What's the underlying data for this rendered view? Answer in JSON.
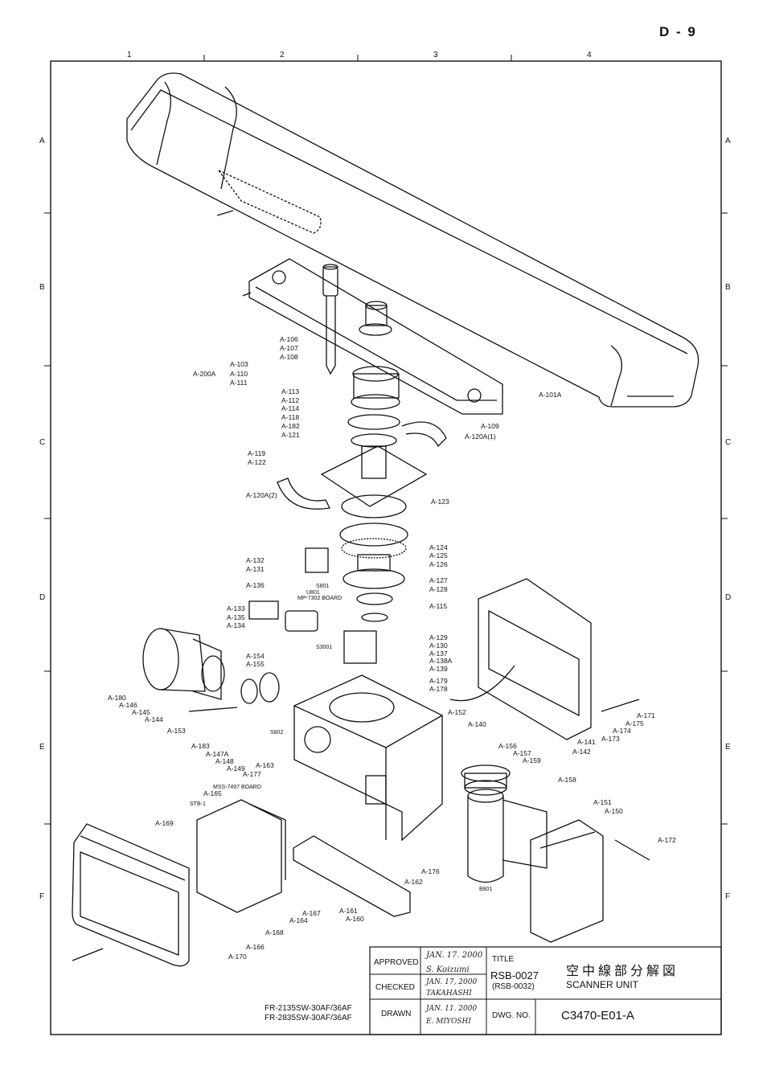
{
  "page": {
    "code": "D - 9"
  },
  "grid": {
    "columns": [
      "1",
      "2",
      "3",
      "4"
    ],
    "rows": [
      "A",
      "B",
      "C",
      "D",
      "E",
      "F"
    ]
  },
  "parts": [
    "A-101A",
    "A-103",
    "A-106",
    "A-107",
    "A-108",
    "A-109",
    "A-110",
    "A-111",
    "A-112",
    "A-113",
    "A-114",
    "A-115",
    "A-118",
    "A-119",
    "A-120A(1)",
    "A-120A(2)",
    "A-121",
    "A-122",
    "A-123",
    "A-124",
    "A-125",
    "A-126",
    "A-127",
    "A-128",
    "A-129",
    "A-130",
    "A-131",
    "A-132",
    "A-133",
    "A-134",
    "A-135",
    "A-136",
    "A-137",
    "A-138A",
    "A-139",
    "A-140",
    "A-141",
    "A-142",
    "A-144",
    "A-145",
    "A-146",
    "A-147A",
    "A-148",
    "A-149",
    "A-150",
    "A-151",
    "A-152",
    "A-153",
    "A-154",
    "A-155",
    "A-156",
    "A-157",
    "A-158",
    "A-159",
    "A-160",
    "A-161",
    "A-162",
    "A-163",
    "A-164",
    "A-165",
    "A-166",
    "A-167",
    "A-168",
    "A-169",
    "A-170",
    "A-171",
    "A-172",
    "A-173",
    "A-174",
    "A-175",
    "A-176",
    "A-177",
    "A-178",
    "A-179",
    "A-180",
    "A-182",
    "A-183",
    "A-200A"
  ],
  "components": {
    "mp_board": "MP-7302 BOARD",
    "mss_board": "MSS-7497 BOARD",
    "stb": "STB-1",
    "s801": "S801",
    "u801": "U801",
    "s3001": "S3001",
    "s802": "S802",
    "b801": "B801"
  },
  "models": [
    "FR-2135SW-30AF/36AF",
    "FR-2835SW-30AF/36AF"
  ],
  "title_block": {
    "approved_label": "APPROVED",
    "checked_label": "CHECKED",
    "drawn_label": "DRAWN",
    "approved_date": "JAN. 17. 2000",
    "approved_name": "S. Koizumi",
    "checked_date": "JAN. 17, 2000",
    "checked_name": "TAKAHASHI",
    "drawn_date": "JAN. 11. 2000",
    "drawn_name": "E. MIYOSHI",
    "title_label": "TITLE",
    "title_code": "RSB-0027",
    "title_code_alt": "(RSB-0032)",
    "title_japanese": "空中線部分解図",
    "title_english": "SCANNER UNIT",
    "dwg_label": "DWG. NO.",
    "dwg_no": "C3470-E01-A"
  }
}
